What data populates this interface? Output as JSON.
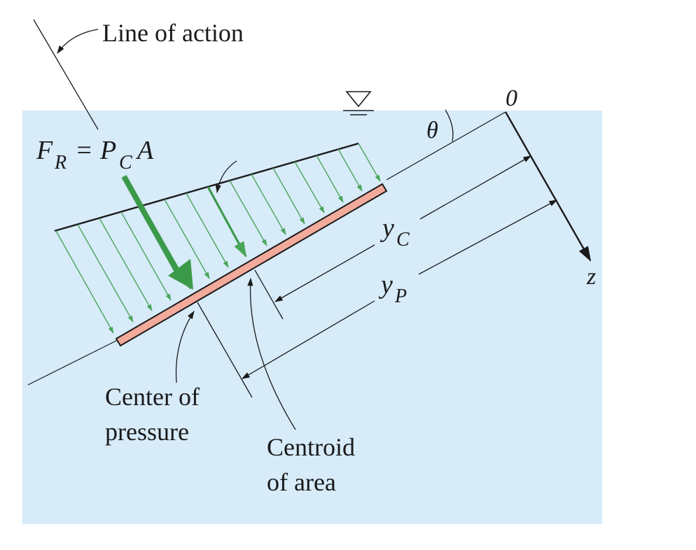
{
  "labels": {
    "line_of_action": "Line of action",
    "force_F": "F",
    "force_R": "R",
    "force_eq": " = ",
    "force_P": "P",
    "force_C": "C",
    "force_A": "A",
    "origin": "0",
    "theta": "θ",
    "z_axis": "z",
    "yc_y": "y",
    "yc_sub": "C",
    "yp_y": "y",
    "yp_sub": "P",
    "center_line1": "Center of",
    "center_line2": "pressure",
    "centroid_line1": "Centroid",
    "centroid_line2": "of area"
  },
  "colors": {
    "water": "#d7ebf9",
    "plate_fill": "#f2aa9a",
    "pressure_arrow": "#4aa55a",
    "resultant": "#3b9a4a",
    "line": "#1a1a1a"
  },
  "icons": {
    "free_surface": "free-surface-triangle-icon"
  }
}
